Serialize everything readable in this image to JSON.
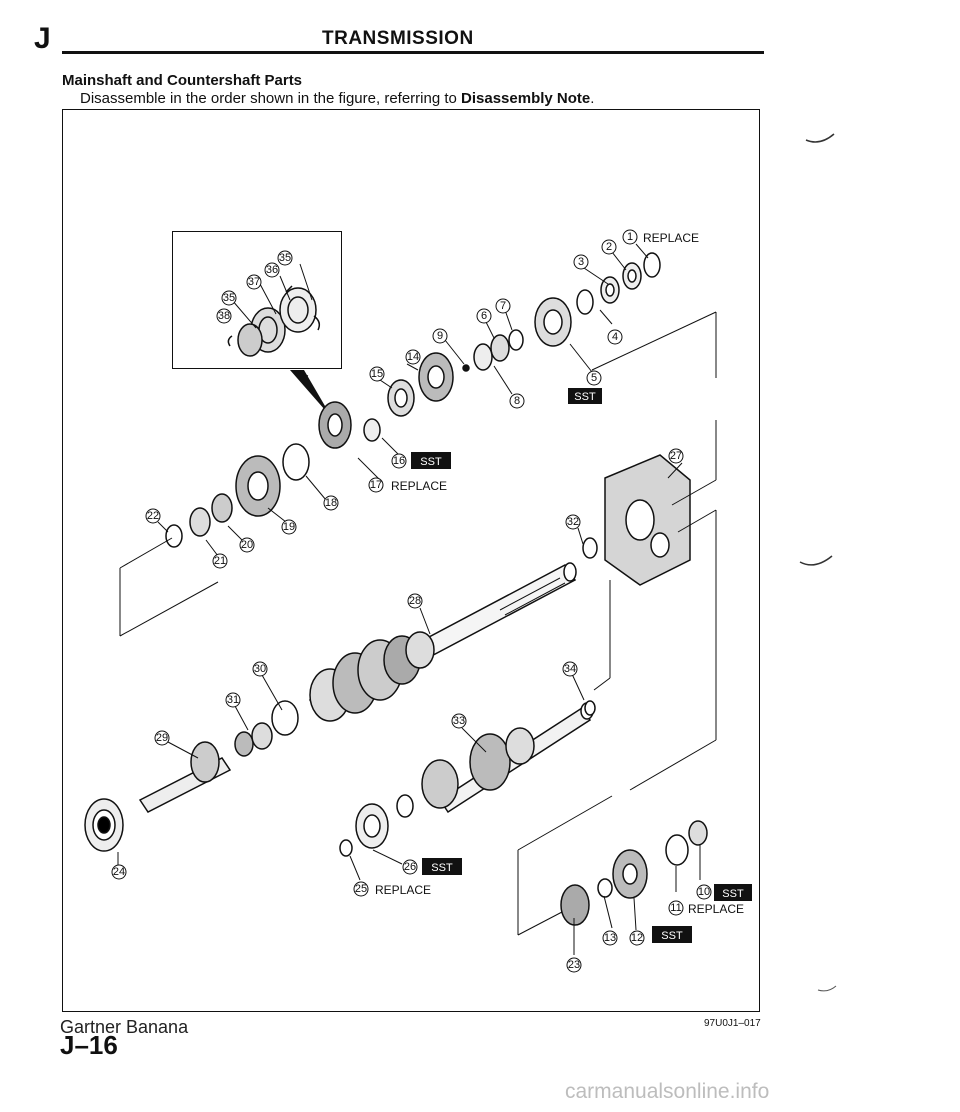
{
  "header": {
    "section_letter": "J",
    "title": "TRANSMISSION"
  },
  "section": {
    "title": "Mainshaft and Countershaft Parts",
    "desc_before": "Disassemble in the order shown in the figure, referring to ",
    "desc_bold": "Disassembly Note",
    "desc_after": "."
  },
  "figure": {
    "code": "97U0J1–017",
    "replace_word": "REPLACE",
    "sst_word": "SST"
  },
  "footer": {
    "watermark": "Gartner Banana",
    "page_number": "J–16",
    "site": "carmanualsonline.info"
  }
}
